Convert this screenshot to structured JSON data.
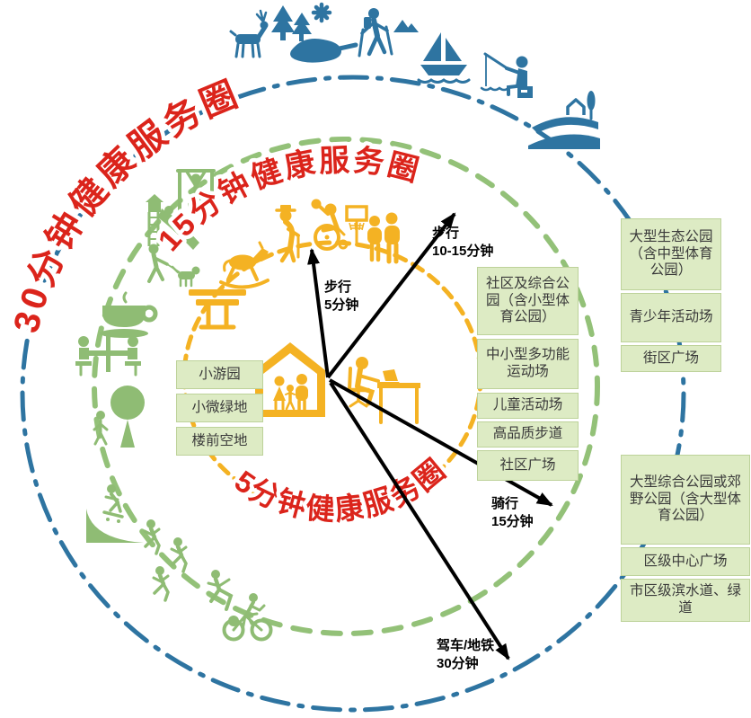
{
  "rings": {
    "r30": "30分钟健康服务圈",
    "r15": "15分钟健康服务圈",
    "r5": "5分钟健康服务圈"
  },
  "arrows": [
    {
      "name": "walk-5",
      "lines": [
        "步行",
        "5分钟"
      ]
    },
    {
      "name": "walk-10-15",
      "lines": [
        "步行",
        "10-15分钟"
      ]
    },
    {
      "name": "bike-15",
      "lines": [
        "骑行",
        "15分钟"
      ]
    },
    {
      "name": "drive-metro-30",
      "lines": [
        "驾车/地铁",
        "30分钟"
      ]
    }
  ],
  "facilities": {
    "five_min": [
      "小游园",
      "小微绿地",
      "楼前空地"
    ],
    "fifteen_min": [
      "社区及综合公园（含小型体育公园）",
      "中小型多功能运动场",
      "儿童活动场",
      "高品质步道",
      "社区广场"
    ],
    "thirty_min_upper": [
      "大型生态公园（含中型体育公园）",
      "青少年活动场",
      "街区广场"
    ],
    "thirty_min_lower": [
      "大型综合公园或郊野公园（含大型体育公园）",
      "区级中心广场",
      "市区级滨水道、绿道"
    ]
  },
  "icons": {
    "outer_ring": [
      "deer",
      "forest",
      "pond",
      "hiker-mountains",
      "sailboat",
      "fishing",
      "farmland"
    ],
    "middle_ring": [
      "pull-up-bars",
      "playground-slide",
      "dog-walking",
      "cafe",
      "picnic-table",
      "park-tree",
      "skate-ramp",
      "running-group",
      "football",
      "cycling"
    ],
    "inner_ring": [
      "activity-table",
      "rocking-horse",
      "elderly-walking",
      "wheelchair-basketball",
      "basketball-hoop",
      "family-group"
    ],
    "center": [
      "home-family",
      "remote-worker"
    ]
  },
  "colors": {
    "ring5": "#F4B223",
    "ring15": "#93C178",
    "ring30": "#2E74A1",
    "label_red": "#DB241B",
    "icon_yellow": "#F4B223",
    "icon_green": "#8FBC74",
    "icon_blue": "#2E74A1",
    "box_bg": "#DDEBC4",
    "box_border": "#BDD29A",
    "arrow": "#000000"
  }
}
